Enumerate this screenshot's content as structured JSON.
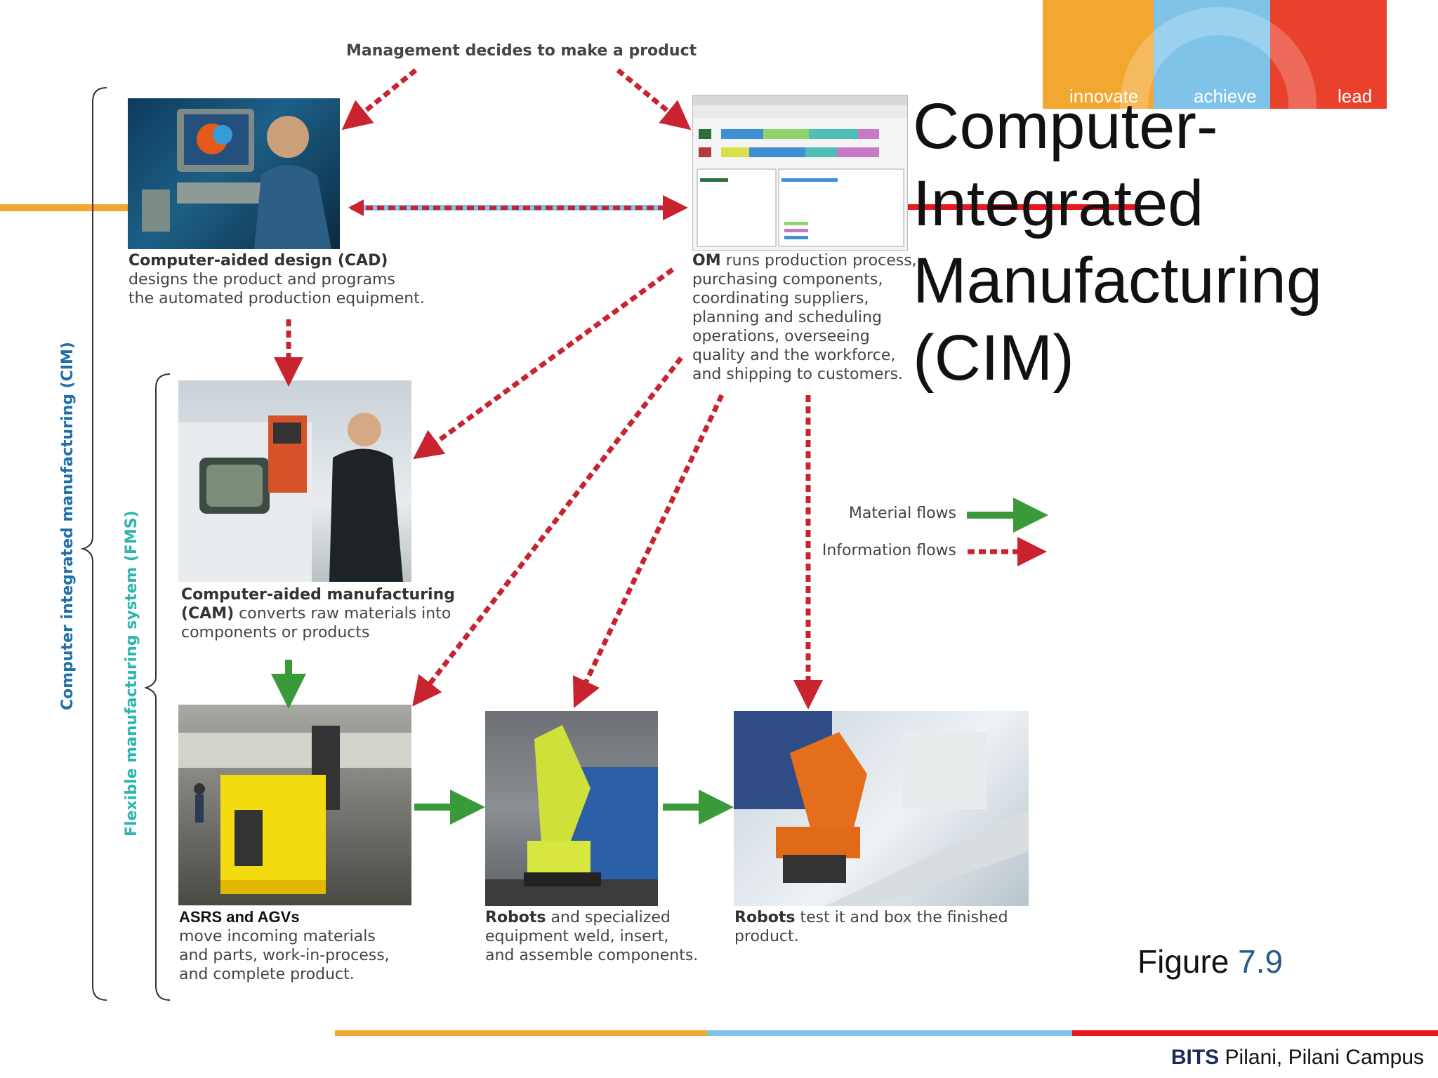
{
  "brand": {
    "tagline": [
      "innovate",
      "achieve",
      "lead"
    ],
    "colors": {
      "orange": "#F2A730",
      "blue": "#7FC4E8",
      "red": "#E8412C"
    },
    "footer_bold": "BITS",
    "footer_rest": " Pilani, Pilani Campus"
  },
  "title": {
    "lines": [
      "Computer-",
      "Integrated",
      "Manufacturing",
      "(CIM)"
    ]
  },
  "diagram": {
    "top_label": "Management decides to make a product",
    "cad": {
      "bold": "Computer-aided design (CAD)",
      "rest": [
        "designs the product and programs",
        "the automated production equipment."
      ]
    },
    "om": {
      "bold": "OM",
      "first": " runs production process,",
      "rest": [
        "purchasing components,",
        "coordinating suppliers,",
        "planning and scheduling",
        "operations, overseeing",
        "quality and the workforce,",
        "and shipping to customers."
      ]
    },
    "cam": {
      "bold1": "Computer-aided manufacturing",
      "bold2": "(CAM)",
      "rest2": " converts raw materials into",
      "rest3": "components or products"
    },
    "asrs": {
      "bold": "ASRS and AGVs",
      "rest": [
        "move incoming materials",
        "and parts, work-in-process,",
        "and complete product."
      ]
    },
    "robots1": {
      "bold": "Robots",
      "first": " and specialized",
      "rest": [
        "equipment weld, insert,",
        "and assemble components."
      ]
    },
    "robots2": {
      "bold": "Robots",
      "first": " test it and box the finished",
      "rest": [
        "product."
      ]
    },
    "cim_label": "Computer integrated manufacturing (CIM)",
    "fms_label": "Flexible manufacturing system (FMS)",
    "legend": {
      "material": "Material flows",
      "information": "Information flows"
    },
    "colors": {
      "material": "#3A9A3A",
      "information": "#C8232E",
      "cim": "#1F6FA8",
      "fms": "#2FB5B0"
    }
  },
  "figure": {
    "word": "Figure",
    "number": "7.9"
  }
}
